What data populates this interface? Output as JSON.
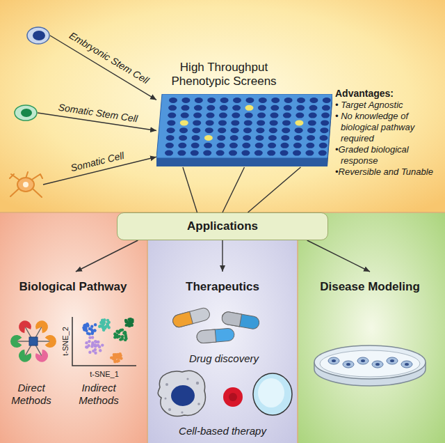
{
  "diagram": {
    "nodes": [
      {
        "text": [
          "Embryonic Stem Cell"
        ]
      },
      {
        "text": [
          "Somatic Stem Cell"
        ]
      },
      {
        "text": [
          "Somatic Cell"
        ]
      },
      {
        "text": [
          "High Throughput Phenotypic Screens"
        ]
      },
      {
        "text": [
          "Applications"
        ]
      },
      {
        "text": [
          "Biological Pathway"
        ]
      },
      {
        "text": [
          "Therapeutics"
        ]
      },
      {
        "text": [
          "Disease Modeling"
        ]
      }
    ],
    "edges": [
      {
        "from": 0,
        "to": 3,
        "arrow": "to"
      },
      {
        "from": 1,
        "to": 3,
        "arrow": "to"
      },
      {
        "from": 2,
        "to": 3,
        "arrow": "to"
      },
      {
        "from": 3,
        "to": 4,
        "arrow": "none"
      },
      {
        "from": 3,
        "to": 4,
        "arrow": "none"
      },
      {
        "from": 3,
        "to": 4,
        "arrow": "none"
      },
      {
        "from": 4,
        "to": 5,
        "arrow": "to"
      },
      {
        "from": 4,
        "to": 6,
        "arrow": "to"
      },
      {
        "from": 4,
        "to": 7,
        "arrow": "to"
      }
    ],
    "labels": [
      "Advantages:",
      "• Target Agnostic",
      "• No knowledge of biological pathway required",
      "•Graded biological response",
      "•Reversible and Tunable",
      "t-SNE_2",
      "t-SNE_1",
      "Direct Methods",
      "Indirect Methods",
      "Drug discovery",
      "Cell-based therapy"
    ]
  }
}
